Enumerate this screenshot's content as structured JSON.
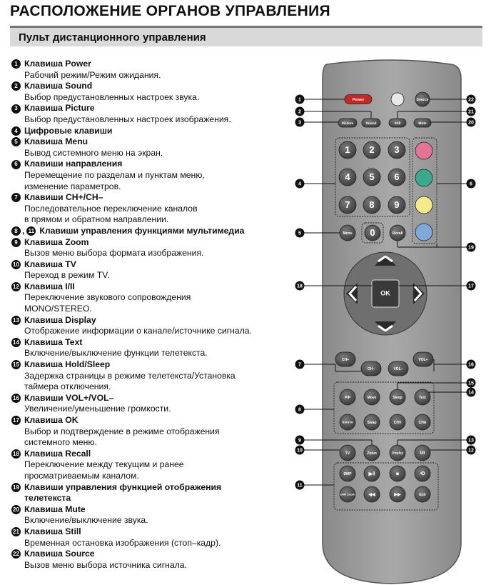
{
  "title": "РАСПОЛОЖЕНИЕ ОРГАНОВ УПРАВЛЕНИЯ",
  "subtitle": "Пульт дистанционного управления",
  "items": [
    {
      "n": "1",
      "head": "Клавиша Power",
      "desc": [
        "Рабочий режим/Режим ожидания."
      ]
    },
    {
      "n": "2",
      "head": "Клавиша Sound",
      "desc": [
        "Выбор предустановленных настроек звука."
      ]
    },
    {
      "n": "3",
      "head": "Клавиша Picture",
      "desc": [
        "Выбор предустановленных настроек изображения."
      ]
    },
    {
      "n": "4",
      "head": "Цифровые клавиши",
      "desc": []
    },
    {
      "n": "5",
      "head": "Клавиша Menu",
      "desc": [
        "Вывод системного меню на экран."
      ]
    },
    {
      "n": "6",
      "head": "Клавиши направления",
      "desc": [
        "Перемещение по разделам и пунктам меню,",
        "изменение параметров."
      ]
    },
    {
      "n": "7",
      "head": "Клавиши CH+/CH–",
      "desc": [
        "Последовательное переключение каналов",
        "в прямом и обратном направлении."
      ]
    },
    {
      "n": "8, 11",
      "head": "Клавиши управления функциями мультимедиа",
      "desc": []
    },
    {
      "n": "9",
      "head": "Клавиша Zoom",
      "desc": [
        "Вызов меню выбора формата изображения."
      ]
    },
    {
      "n": "10",
      "head": "Клавиша TV",
      "desc": [
        "Переход в режим TV."
      ]
    },
    {
      "n": "12",
      "head": "Клавиша I/II",
      "desc": [
        "Переключение звукового сопровождения",
        "MONO/STEREO."
      ]
    },
    {
      "n": "13",
      "head": "Клавиша Display",
      "desc": [
        "Отображение информации о канале/источнике сигнала."
      ]
    },
    {
      "n": "14",
      "head": "Клавиша Text",
      "desc": [
        "Включение/выключение функции телетекста."
      ]
    },
    {
      "n": "15",
      "head": "Клавиша Hold/Sleep",
      "desc": [
        "Задержка страницы в режиме телетекста/Установка",
        "таймера отключения."
      ]
    },
    {
      "n": "16",
      "head": "Клавиши VOL+/VOL–",
      "desc": [
        "Увеличение/уменьшение громкости."
      ]
    },
    {
      "n": "17",
      "head": "Клавиша OK",
      "desc": [
        "Выбор и подтверждение в режиме отображения",
        "системного меню."
      ]
    },
    {
      "n": "18",
      "head": "Клавиша Recall",
      "desc": [
        "Переключение между текущим и ранее",
        "просматриваемым каналом."
      ]
    },
    {
      "n": "19",
      "head": "Клавиши управления функцией отображения",
      "desc": [],
      "head2": "телетекста"
    },
    {
      "n": "20",
      "head": "Клавиша Mute",
      "desc": [
        "Включение/выключение звука."
      ]
    },
    {
      "n": "21",
      "head": "Клавиша Still",
      "desc": [
        "Временная остановка изображения (стоп–кадр)."
      ]
    },
    {
      "n": "22",
      "head": "Клавиша Source",
      "desc": [
        "Вызов меню выбора источника сигнала."
      ]
    }
  ],
  "remote": {
    "power": "Power",
    "source": "Source",
    "picture": "Picture",
    "sound": "Sound",
    "still": "Still",
    "mute": "Mute",
    "digits": [
      "1",
      "2",
      "3",
      "4",
      "5",
      "6",
      "7",
      "8",
      "9",
      "0"
    ],
    "menu": "Menu",
    "recall": "Recall",
    "ok": "OK",
    "ch_up": "CH+",
    "ch_down": "CH–",
    "vol_down": "VOL–",
    "vol_up": "VOL+",
    "pip": "PIP",
    "move": "Move",
    "sleep": "Sleep",
    "text": "Text",
    "source2": "Source",
    "swap": "Swap",
    "chv": "CHV",
    "cha": "CHA",
    "tv": "TV",
    "zoom": "Zoom",
    "display": "Display",
    "i_ii": "I/II",
    "dmp": "DMP",
    "dmp_zoom": "DMP Zoom",
    "exit": "Exit",
    "callouts": [
      "1",
      "2",
      "3",
      "4",
      "5",
      "6",
      "7",
      "8",
      "9",
      "10",
      "11",
      "12",
      "13",
      "14",
      "15",
      "16",
      "17",
      "18",
      "19",
      "20",
      "21",
      "22"
    ]
  },
  "colors": {
    "power": "#c62828",
    "red": "#e57393",
    "green": "#3aa98f",
    "yellow": "#f3ea8a",
    "blue": "#7fa9d6"
  }
}
